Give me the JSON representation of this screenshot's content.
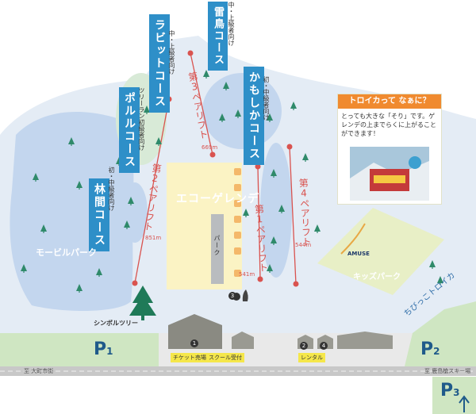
{
  "courses": {
    "kaminari": "雷鳥コース",
    "kaminari_note": "中・上級者向け",
    "rabbit": "ラビットコース",
    "rabbit_note": "中・上級者向け",
    "kamoshika": "かもしかコース",
    "kamoshika_note": "初・中級者向け",
    "poruru": "ポルルコース",
    "poruru_note": "ツリーラン初級者向け",
    "rinkan": "林間コース",
    "rinkan_note": "初・中級者向け"
  },
  "areas": {
    "mogul_park": "モービルパーク",
    "echo_gelande": "エコーゲレンデ",
    "park": "パーク",
    "kids_park": "キッズパーク",
    "amuse": "AMUSE",
    "troika_kids": "ちびっこトロイカ",
    "symbol_tree": "シンボルツリー"
  },
  "lifts": [
    {
      "name": "第1ペアリフト",
      "length": "541m"
    },
    {
      "name": "第2ペアリフト",
      "length": "851m"
    },
    {
      "name": "第3ペアリフト",
      "length": "669m"
    },
    {
      "name": "第4ペアリフト",
      "length": "544m"
    }
  ],
  "info_box": {
    "title": "トロイカって なぁに？",
    "text": "とっても大きな「そり」です。ゲレンデの上までらくに上がることができます！"
  },
  "facilities": {
    "ticket": "チケット売場",
    "school": "スクール受付",
    "rental": "レンタル",
    "num1": "1",
    "num2": "2",
    "num3": "3",
    "num4": "4"
  },
  "parking": {
    "p1_letter": "P",
    "p1_num": "1",
    "p2_letter": "P",
    "p2_num": "2",
    "p3_letter": "P",
    "p3_num": "3"
  },
  "roads": {
    "left": "至 大町市街",
    "right": "至 鹿島槍スキー場"
  },
  "colors": {
    "slope": "#e4ecf5",
    "blue_area": "#c3d6ee",
    "green_area": "#d8ead7",
    "yellow_area": "#fbf3c4",
    "kids_area": "#e8efc6",
    "course_tag": "#2e8fc8",
    "lift": "#d9534f",
    "parking": "#cfe6c2",
    "info_head": "#f08a2f"
  }
}
